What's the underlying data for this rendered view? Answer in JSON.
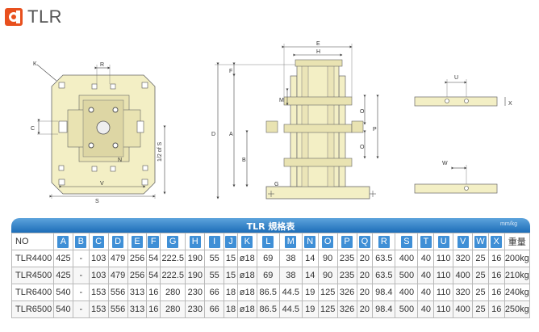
{
  "brand": {
    "name": "TLR"
  },
  "drawings": {
    "top_view_labels": {
      "k": "K",
      "r": "R",
      "c": "C",
      "n": "N",
      "v": "V",
      "s": "S",
      "half_s": "1/2 of S"
    },
    "side_view_labels": {
      "e": "E",
      "h": "H",
      "f": "F",
      "d": "D",
      "a": "A",
      "b": "B",
      "m": "M",
      "o1": "O",
      "o2": "O",
      "p": "P",
      "g": "G"
    },
    "detail_labels": {
      "u": "U",
      "x": "X",
      "w": "W"
    }
  },
  "table": {
    "title": "TLR 規格表",
    "unit": "mm/kg",
    "no_header": "NO",
    "columns": [
      "A",
      "B",
      "C",
      "D",
      "E",
      "F",
      "G",
      "H",
      "I",
      "J",
      "K",
      "L",
      "M",
      "N",
      "O",
      "P",
      "Q",
      "R",
      "S",
      "T",
      "U",
      "V",
      "W",
      "X"
    ],
    "weight_header": "重量",
    "rows": [
      {
        "model": "TLR4400",
        "values": [
          "425",
          "-",
          "103",
          "479",
          "256",
          "54",
          "222.5",
          "190",
          "55",
          "15",
          "ø18",
          "69",
          "38",
          "14",
          "90",
          "235",
          "20",
          "63.5",
          "400",
          "40",
          "110",
          "320",
          "25",
          "16"
        ],
        "weight": "200kg"
      },
      {
        "model": "TLR4500",
        "values": [
          "425",
          "-",
          "103",
          "479",
          "256",
          "54",
          "222.5",
          "190",
          "55",
          "15",
          "ø18",
          "69",
          "38",
          "14",
          "90",
          "235",
          "20",
          "63.5",
          "500",
          "40",
          "110",
          "400",
          "25",
          "16"
        ],
        "weight": "210kg"
      },
      {
        "model": "TLR6400",
        "values": [
          "540",
          "-",
          "153",
          "556",
          "313",
          "16",
          "280",
          "230",
          "66",
          "18",
          "ø18",
          "86.5",
          "44.5",
          "19",
          "125",
          "326",
          "20",
          "98.4",
          "400",
          "40",
          "110",
          "320",
          "25",
          "16"
        ],
        "weight": "240kg"
      },
      {
        "model": "TLR6500",
        "values": [
          "540",
          "-",
          "153",
          "556",
          "313",
          "16",
          "280",
          "230",
          "66",
          "18",
          "ø18",
          "86.5",
          "44.5",
          "19",
          "125",
          "326",
          "20",
          "98.4",
          "500",
          "40",
          "110",
          "400",
          "25",
          "16"
        ],
        "weight": "250kg"
      }
    ]
  },
  "colors": {
    "brand": "#e8501e",
    "header_blue": "#1d6db8",
    "chip_blue": "#3f8fd6",
    "plate": "#f3efc5"
  }
}
